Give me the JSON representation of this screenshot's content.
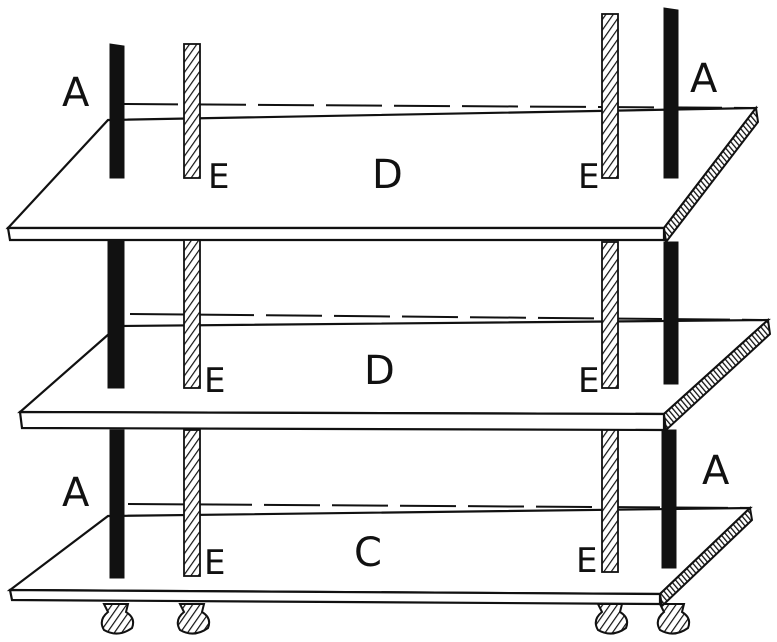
{
  "labels": {
    "a_top_left": "A",
    "a_top_right": "A",
    "a_bottom_left": "A",
    "a_bottom_right": "A",
    "e_top_left": "E",
    "e_top_right": "E",
    "e_mid_left": "E",
    "e_mid_right": "E",
    "e_bot_left": "E",
    "e_bot_right": "E",
    "d_top": "D",
    "d_mid": "D",
    "c_bottom": "C"
  },
  "colors": {
    "ink": "#111111",
    "paper": "#ffffff"
  }
}
